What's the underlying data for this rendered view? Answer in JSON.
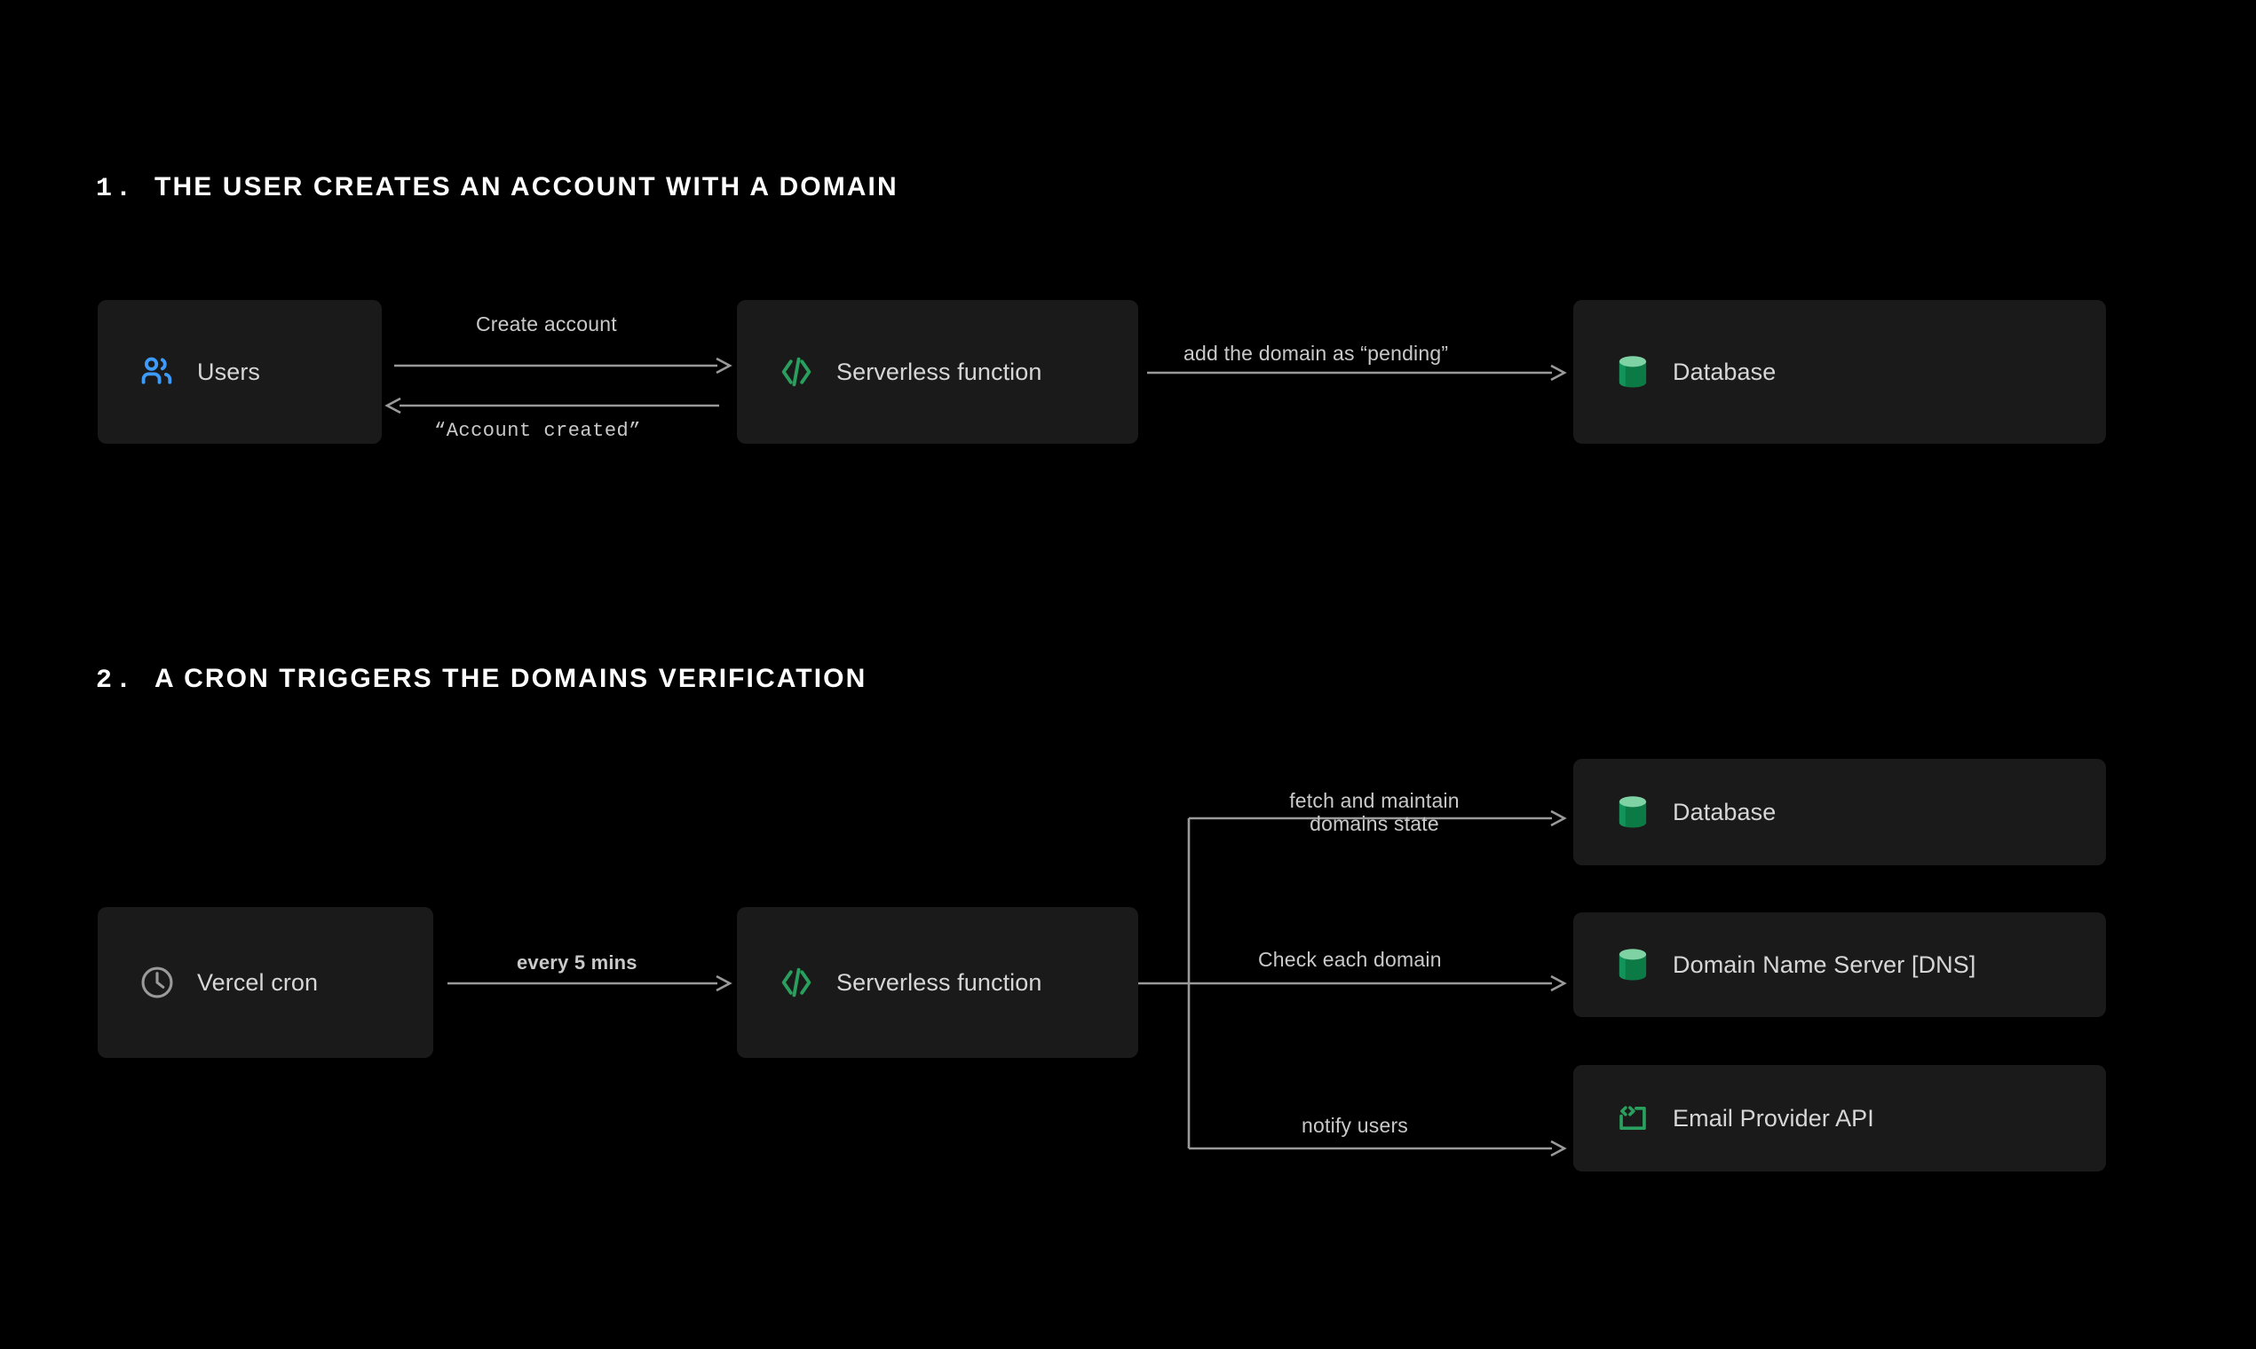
{
  "theme": {
    "background": "#000000",
    "card_bg": "#1a1a1a",
    "text": "#d6d6d6",
    "heading": "#ffffff",
    "wire": "#9a9a9a",
    "accent_green": "#2aa05e",
    "accent_green_light": "#7fd2a4",
    "accent_blue": "#3d9bfc"
  },
  "sections": [
    {
      "number": "1.",
      "title": "THE USER CREATES AN ACCOUNT WITH A DOMAIN"
    },
    {
      "number": "2.",
      "title": "A CRON TRIGGERS THE DOMAINS VERIFICATION"
    }
  ],
  "nodes": {
    "users": {
      "label": "Users",
      "icon": "users-icon"
    },
    "serverless_1": {
      "label": "Serverless function",
      "icon": "code-brackets-icon"
    },
    "database_1": {
      "label": "Database",
      "icon": "database-cylinder-icon"
    },
    "cron": {
      "label": "Vercel cron",
      "icon": "clock-icon"
    },
    "serverless_2": {
      "label": "Serverless function",
      "icon": "code-brackets-icon"
    },
    "database_2": {
      "label": "Database",
      "icon": "database-cylinder-icon"
    },
    "dns": {
      "label": "Domain Name Server  [DNS]",
      "icon": "database-cylinder-icon"
    },
    "email": {
      "label": "Email Provider API",
      "icon": "api-window-icon"
    }
  },
  "edges": {
    "create_account": "Create account",
    "account_created": "“Account created”",
    "add_domain": "add the domain as “pending”",
    "every_5_mins": "every 5 mins",
    "fetch_line1": "fetch and maintain",
    "fetch_line2": "domains state",
    "check_domain": "Check each domain",
    "notify_users": "notify users"
  }
}
